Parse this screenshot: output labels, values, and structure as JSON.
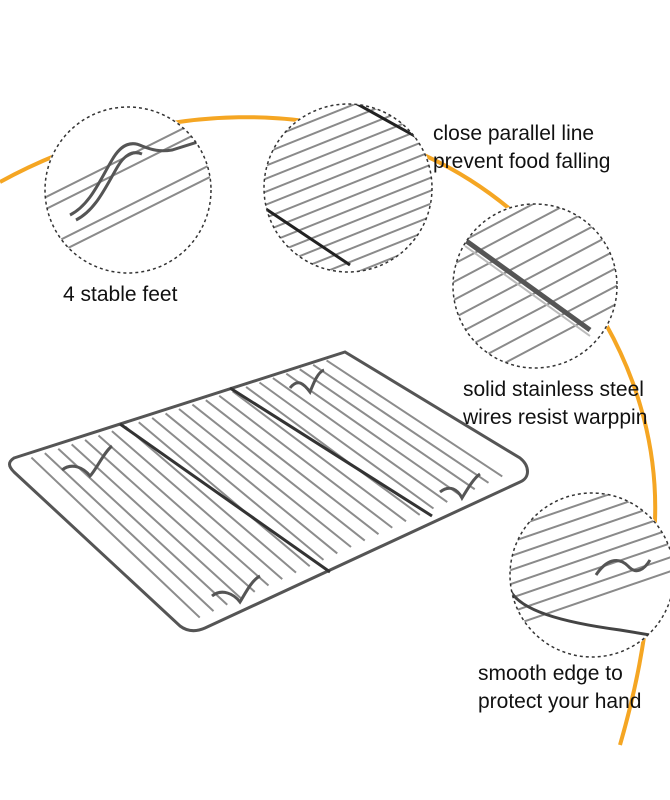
{
  "callouts": {
    "feet": {
      "lines": [
        "4 stable feet"
      ]
    },
    "parallel": {
      "lines": [
        "close parallel line",
        "prevent food falling"
      ]
    },
    "steel": {
      "lines": [
        "solid stainless steel",
        "wires resist warppin"
      ]
    },
    "edge": {
      "lines": [
        "smooth edge to",
        "protect your hand"
      ]
    }
  },
  "colors": {
    "accent_arc": "#f5a623",
    "wire": "#9a9a9a",
    "wire_dark": "#3a3a3a",
    "dashed_circle": "#333333"
  },
  "icons": {
    "rack": "cooling-rack-illustration",
    "detail": "magnified-detail-circle"
  }
}
